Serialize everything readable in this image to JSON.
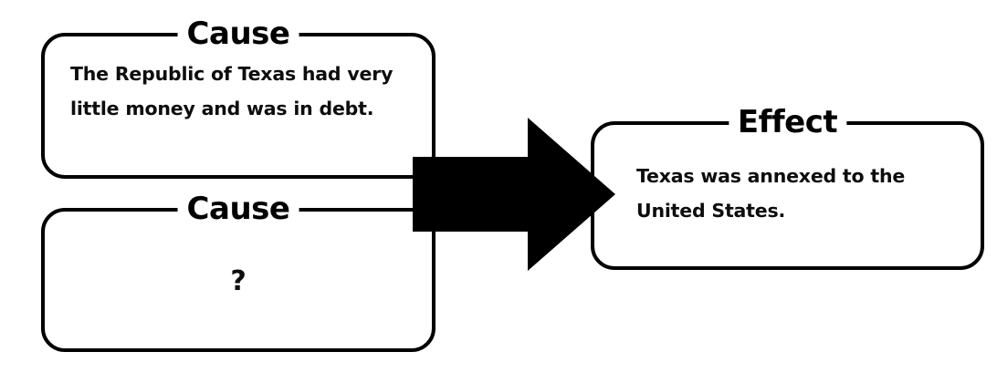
{
  "diagram": {
    "type": "cause-and-effect",
    "nodes": [
      {
        "id": "cause-1",
        "label": "Cause",
        "body": "The Republic of Texas had very little money and was in debt."
      },
      {
        "id": "cause-2",
        "label": "Cause",
        "body": "?"
      },
      {
        "id": "effect-1",
        "label": "Effect",
        "body": "Texas was annexed to the United States."
      }
    ],
    "connector": {
      "name": "right-arrow",
      "from": "causes",
      "to": "effect-1"
    },
    "colors": {
      "stroke": "#000000",
      "fill": "#ffffff",
      "text": "#0d0d0d",
      "arrow": "#000000"
    }
  }
}
